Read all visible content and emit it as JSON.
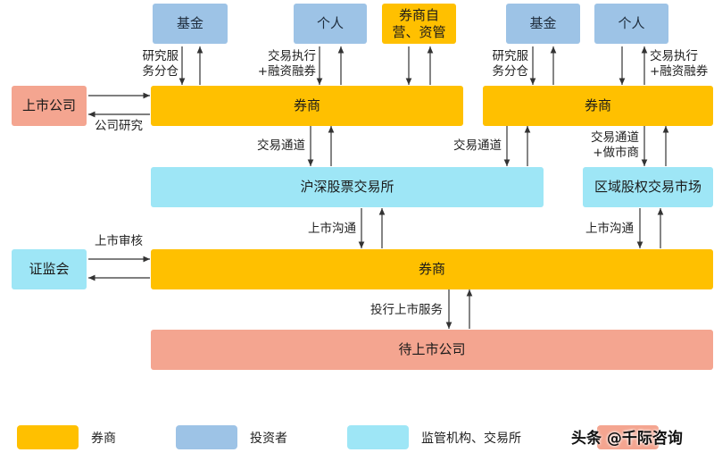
{
  "nodes": {
    "fund_left": "基金",
    "individual_left": "个人",
    "broker_proprietary": "券商自\n营、资管",
    "fund_right": "基金",
    "individual_right": "个人",
    "listed_company": "上市公司",
    "broker_left": "券商",
    "broker_right": "券商",
    "exchange_shsz": "沪深股票交易所",
    "regional_equity_market": "区域股权交易市场",
    "csrc": "证监会",
    "broker_main": "券商",
    "pre_ipo_company": "待上市公司"
  },
  "edge_labels": {
    "research_allocation_left": "研究服\n务分仓",
    "trade_margin_left": "交易执行\n+融资融券",
    "company_research": "公司研究",
    "trading_channel_left": "交易通道",
    "trading_channel_mid": "交易通道",
    "research_allocation_right": "研究服\n务分仓",
    "trade_margin_right": "交易执行\n+融资融券",
    "trading_market_making": "交易通道\n+做市商",
    "listing_communication_left": "上市沟通",
    "listing_communication_right": "上市沟通",
    "listing_review": "上市审核",
    "ib_listing_service": "投行上市服务"
  },
  "legend": [
    {
      "label": "券商",
      "color": "#FFC000"
    },
    {
      "label": "投资者",
      "color": "#9DC3E6"
    },
    {
      "label": "监管机构、交易所",
      "color": "#9EE6F6"
    },
    {
      "label": "",
      "color": "#F4A590"
    }
  ],
  "credit": "头条 @千际咨询",
  "colors": {
    "broker": "#FFC000",
    "investor": "#9DC3E6",
    "regulator_exchange": "#9EE6F6",
    "company": "#F4A590"
  }
}
